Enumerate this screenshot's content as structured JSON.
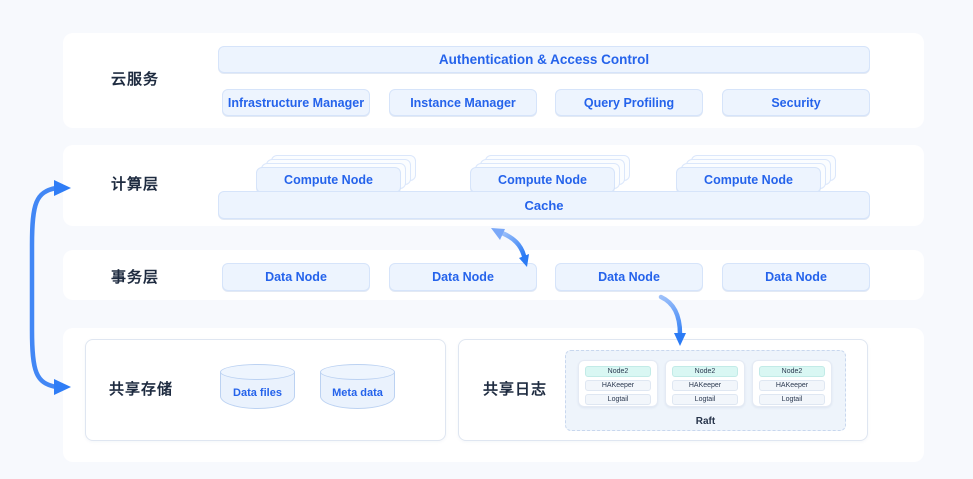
{
  "colors": {
    "page_bg": "#f7f9fd",
    "band_bg": "#ffffff",
    "accent_blue": "#2563eb",
    "box_fill": "#edf4fe",
    "box_border": "#d6e4fa",
    "arrow_blue": "#2f7cf6",
    "node_highlight_fill": "#d9f7f3",
    "raft_panel_fill": "#eef4fb",
    "dark_text": "#1e2b40"
  },
  "layers": {
    "cloud_service": {
      "label": "云服务",
      "auth_box": {
        "label": "Authentication & Access Control"
      },
      "boxes": [
        {
          "label": "Infrastructure Manager"
        },
        {
          "label": "Instance Manager"
        },
        {
          "label": "Query Profiling"
        },
        {
          "label": "Security"
        }
      ]
    },
    "compute": {
      "label": "计算层",
      "stacks": [
        {
          "label": "Compute Node"
        },
        {
          "label": "Compute Node"
        },
        {
          "label": "Compute Node"
        }
      ],
      "cache": {
        "label": "Cache"
      }
    },
    "transaction": {
      "label": "事务层",
      "boxes": [
        {
          "label": "Data Node"
        },
        {
          "label": "Data Node"
        },
        {
          "label": "Data Node"
        },
        {
          "label": "Data Node"
        }
      ]
    },
    "shared_storage": {
      "label": "共享存储",
      "cylinders": [
        {
          "label": "Data files"
        },
        {
          "label": "Meta data"
        }
      ]
    },
    "shared_log": {
      "label": "共享日志",
      "raft": {
        "label": "Raft",
        "nodes": [
          {
            "rows": [
              "Node2",
              "HAKeeper",
              "Logtail"
            ]
          },
          {
            "rows": [
              "Node2",
              "HAKeeper",
              "Logtail"
            ]
          },
          {
            "rows": [
              "Node2",
              "HAKeeper",
              "Logtail"
            ]
          }
        ]
      }
    }
  }
}
